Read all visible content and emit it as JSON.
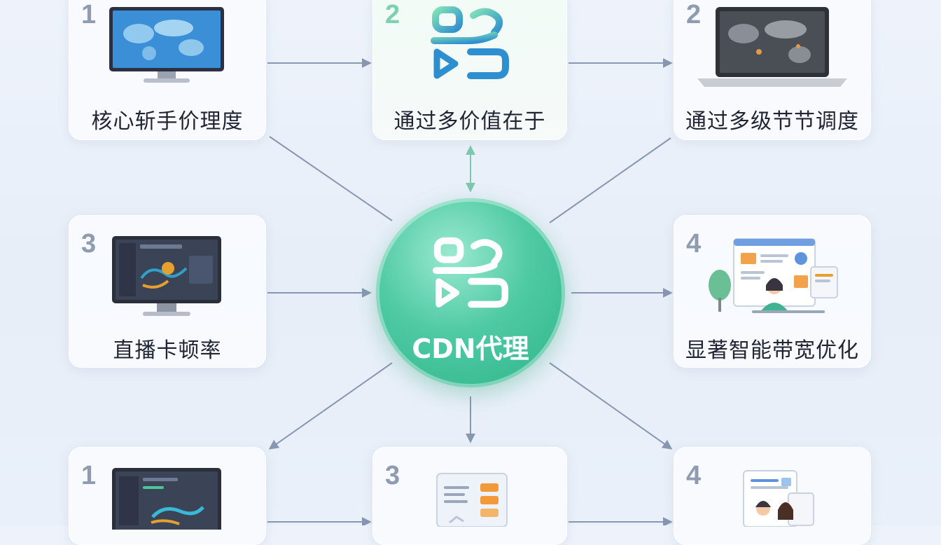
{
  "hub": {
    "label": "CDN代理",
    "icon": "cdn-logo-icon"
  },
  "nodes": [
    {
      "id": "top-left",
      "number": "1",
      "label": "核心斩手价理度",
      "icon": "monitor-world-map-icon"
    },
    {
      "id": "top-center",
      "number": "2",
      "label": "通过多价值在于",
      "icon": "cdn-logo-icon"
    },
    {
      "id": "top-right",
      "number": "2",
      "label": "通过多级节节调度",
      "icon": "laptop-world-map-icon"
    },
    {
      "id": "mid-left",
      "number": "3",
      "label": "直播卡顿率",
      "icon": "monitor-dashboard-icon"
    },
    {
      "id": "mid-right",
      "number": "4",
      "label": "显著智能带宽优化",
      "icon": "person-dashboard-icon"
    },
    {
      "id": "bottom-left",
      "number": "1",
      "label": "",
      "icon": "monitor-dashboard-icon"
    },
    {
      "id": "bottom-center",
      "number": "3",
      "label": "",
      "icon": "document-card-icon"
    },
    {
      "id": "bottom-right",
      "number": "4",
      "label": "",
      "icon": "people-document-icon"
    }
  ],
  "colors": {
    "hub": "#3fbf96",
    "accent_green": "#5ad0a8",
    "arrow": "#8797b2",
    "number": "#8f9bb0",
    "text": "#1f2533"
  }
}
